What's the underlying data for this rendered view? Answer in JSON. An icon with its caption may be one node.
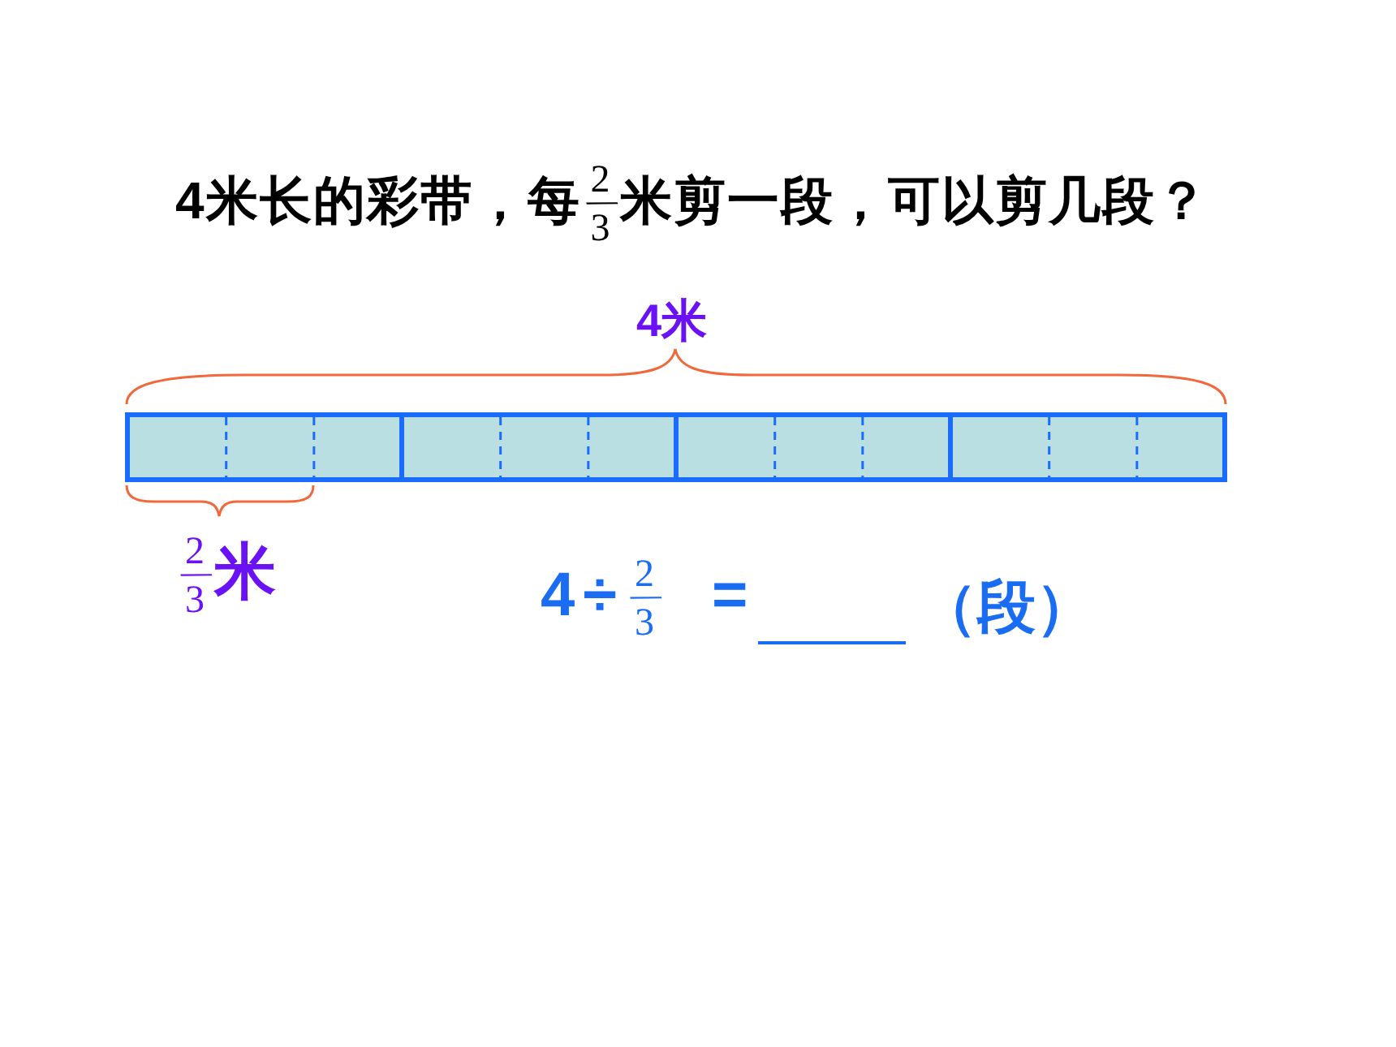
{
  "diagram": {
    "title": "4米长的彩带，每2/3米剪一段，可以剪几段？",
    "nodes": [
      {
        "text": [],
        "shape": "bar"
      }
    ],
    "labels": [
      "4米",
      "2/3米",
      "4÷2/3 =",
      "（段）"
    ]
  }
}
